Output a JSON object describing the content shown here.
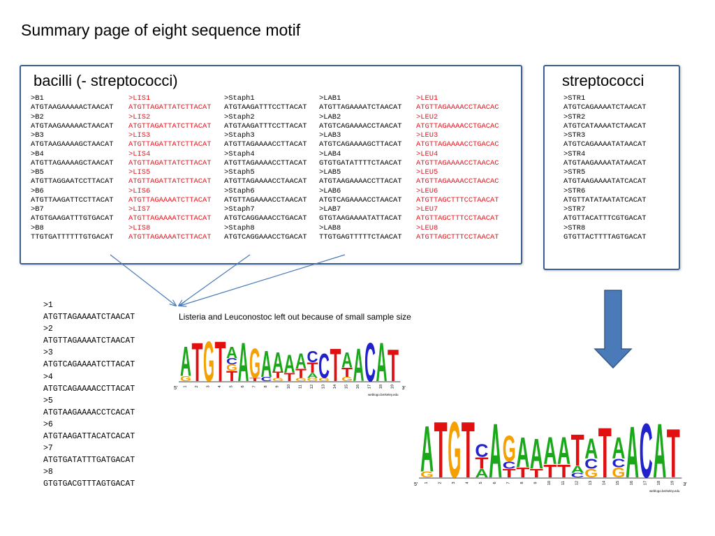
{
  "title": "Summary page of eight sequence motif",
  "bacilli": {
    "title": "bacilli (- streptococci)",
    "columns": [
      {
        "red": false,
        "lines": [
          ">B1",
          "ATGTAAGAAAAACTAACAT",
          ">B2",
          "ATGTAAGAAAAACTAACAT",
          ">B3",
          "ATGTAAGAAAAGCTAACAT",
          ">B4",
          "ATGTTAGAAAAGCTAACAT",
          ">B5",
          "ATGTTAGGAATCCTTACAT",
          ">B6",
          "ATGTTAAGATTCCTTACAT",
          ">B7",
          "ATGTGAAGATTTGTGACAT",
          ">B8",
          "TTGTGATTTTTTGTGACAT"
        ]
      },
      {
        "red": true,
        "lines": [
          ">LIS1",
          "ATGTTAGATTATCTTACAT",
          ">LIS2",
          "ATGTTAGATTATCTTACAT",
          ">LIS3",
          "ATGTTAGATTATCTTACAT",
          ">LIS4",
          "ATGTTAGATTATCTTACAT",
          ">LIS5",
          "ATGTTAGATTATCTTACAT",
          ">LIS6",
          "ATGTTAGAAAATCTTACAT",
          ">LIS7",
          "ATGTTAGAAAATCTTACAT",
          ">LIS8",
          "ATGTTAGAAAATCTTACAT"
        ]
      },
      {
        "red": false,
        "lines": [
          ">Staph1",
          "ATGTAAGATTTCCTTACAT",
          ">Staph2",
          "ATGTAAGATTTCCTTACAT",
          ">Staph3",
          "ATGTTAGAAAACCTTACAT",
          ">Staph4",
          "ATGTTAGAAAACCTTACAT",
          ">Staph5",
          "ATGTTAGAAAACCTAACAT",
          ">Staph6",
          "ATGTTAGAAAACCTAACAT",
          ">Staph7",
          "ATGTCAGGAAACCTGACAT",
          ">Staph8",
          "ATGTCAGGAAACCTGACAT"
        ]
      },
      {
        "red": false,
        "lines": [
          ">LAB1",
          "ATGTTAGAAAATCTAACAT",
          ">LAB2",
          "ATGTCAGAAAACCTAACAT",
          ">LAB3",
          "ATGTCAGAAAAGCTTACAT",
          ">LAB4",
          "GTGTGATATTTTCTAACAT",
          ">LAB5",
          "ATGTAAGAAAACCTTACAT",
          ">LAB6",
          "ATGTCAGAAAACCTAACAT",
          ">LAB7",
          "GTGTAAGAAAATATTACAT",
          ">LAB8",
          "TTGTGAGTTTTTCTAACAT"
        ]
      },
      {
        "red": true,
        "lines": [
          ">LEU1",
          "ATGTTAGAAAACCTAACAC",
          ">LEU2",
          "ATGTTAGAAAACCTGACAC",
          ">LEU3",
          "ATGTTAGAAAACCTGACAC",
          ">LEU4",
          "ATGTTAGAAAACCTAACAC",
          ">LEU5",
          "ATGTTAGAAAACCTAACAC",
          ">LEU6",
          "ATGTTAGCTTTCCTAACAT",
          ">LEU7",
          "ATGTTAGCTTTCCTAACAT",
          ">LEU8",
          "ATGTTAGCTTTCCTAACAT"
        ]
      }
    ]
  },
  "streptococci": {
    "title": "streptococci",
    "lines": [
      ">STR1",
      "ATGTCAGAAAATCTAACAT",
      ">STR2",
      "ATGTCATAAAATCTAACAT",
      ">STR3",
      "ATGTCAGAAAATATAACAT",
      ">STR4",
      "ATGTAAGAAAATATAACAT",
      ">STR5",
      "ATGTAAGAAAATATCACAT",
      ">STR6",
      "ATGTTATATAATATCACAT",
      ">STR7",
      "ATGTTACATTTCGTGACAT",
      ">STR8",
      "GTGTTACTTTTAGTGACAT"
    ]
  },
  "combined": {
    "lines": [
      ">1",
      "ATGTTAGAAAATCTAACAT",
      ">2",
      "ATGTTAGAAAATCTAACAT",
      ">3",
      "ATGTCAGAAAATCTTACAT",
      ">4",
      "ATGTCAGAAAACCTTACAT",
      ">5",
      "ATGTAAGAAAACCTCACAT",
      ">6",
      "ATGTAAGATTACATCACAT",
      ">7",
      "ATGTGATATTTGATGACAT",
      ">8",
      "GTGTGACGTTTAGTGACAT"
    ]
  },
  "note": "Listeria and Leuconostoc left out because of small sample size",
  "logo_colors": {
    "A": "#1aa81a",
    "C": "#2222cc",
    "G": "#f5a000",
    "T": "#e01010"
  },
  "logos": [
    {
      "id": "logo-bacilli",
      "prime5": "5′",
      "prime3": "3′",
      "credit": "weblogo.berkeley.edu",
      "positions": [
        "1",
        "2",
        "3",
        "4",
        "5",
        "6",
        "7",
        "8",
        "9",
        "10",
        "11",
        "12",
        "13",
        "14",
        "15",
        "16",
        "17",
        "18",
        "19"
      ],
      "stacks": [
        [
          [
            "G",
            0.25
          ],
          [
            "A",
            1.45
          ]
        ],
        [
          [
            "T",
            1.9
          ]
        ],
        [
          [
            "G",
            1.95
          ]
        ],
        [
          [
            "T",
            1.95
          ]
        ],
        [
          [
            "T",
            0.5
          ],
          [
            "G",
            0.3
          ],
          [
            "C",
            0.3
          ],
          [
            "A",
            0.55
          ]
        ],
        [
          [
            "A",
            1.9
          ]
        ],
        [
          [
            "T",
            0.15
          ],
          [
            "G",
            1.45
          ]
        ],
        [
          [
            "C",
            0.2
          ],
          [
            "A",
            1.3
          ]
        ],
        [
          [
            "G",
            0.15
          ],
          [
            "T",
            0.3
          ],
          [
            "A",
            0.95
          ]
        ],
        [
          [
            "T",
            0.4
          ],
          [
            "A",
            0.9
          ]
        ],
        [
          [
            "G",
            0.15
          ],
          [
            "T",
            0.45
          ],
          [
            "A",
            0.75
          ]
        ],
        [
          [
            "G",
            0.15
          ],
          [
            "A",
            0.25
          ],
          [
            "T",
            0.5
          ],
          [
            "C",
            0.55
          ]
        ],
        [
          [
            "G",
            0.15
          ],
          [
            "C",
            1.2
          ]
        ],
        [
          [
            "T",
            1.6
          ]
        ],
        [
          [
            "G",
            0.2
          ],
          [
            "T",
            0.45
          ],
          [
            "A",
            0.75
          ]
        ],
        [
          [
            "A",
            1.6
          ]
        ],
        [
          [
            "C",
            1.9
          ]
        ],
        [
          [
            "A",
            1.9
          ]
        ],
        [
          [
            "T",
            1.55
          ]
        ]
      ]
    },
    {
      "id": "logo-strep",
      "prime5": "5′",
      "prime3": "3′",
      "credit": "weblogo.berkeley.edu",
      "positions": [
        "1",
        "2",
        "3",
        "4",
        "5",
        "6",
        "7",
        "8",
        "9",
        "10",
        "11",
        "12",
        "13",
        "14",
        "15",
        "16",
        "17",
        "18",
        "19"
      ],
      "stacks": [
        [
          [
            "G",
            0.2
          ],
          [
            "A",
            1.6
          ]
        ],
        [
          [
            "T",
            1.95
          ]
        ],
        [
          [
            "G",
            1.95
          ]
        ],
        [
          [
            "T",
            1.95
          ]
        ],
        [
          [
            "A",
            0.3
          ],
          [
            "T",
            0.4
          ],
          [
            "C",
            0.45
          ]
        ],
        [
          [
            "A",
            1.9
          ]
        ],
        [
          [
            "T",
            0.3
          ],
          [
            "C",
            0.25
          ],
          [
            "G",
            0.9
          ]
        ],
        [
          [
            "T",
            0.35
          ],
          [
            "A",
            1.05
          ]
        ],
        [
          [
            "T",
            0.3
          ],
          [
            "A",
            1.05
          ]
        ],
        [
          [
            "T",
            0.45
          ],
          [
            "A",
            0.95
          ]
        ],
        [
          [
            "T",
            0.45
          ],
          [
            "A",
            0.95
          ]
        ],
        [
          [
            "C",
            0.15
          ],
          [
            "A",
            0.25
          ],
          [
            "T",
            1.1
          ]
        ],
        [
          [
            "G",
            0.3
          ],
          [
            "C",
            0.35
          ],
          [
            "A",
            0.7
          ]
        ],
        [
          [
            "T",
            1.75
          ]
        ],
        [
          [
            "G",
            0.35
          ],
          [
            "C",
            0.3
          ],
          [
            "A",
            0.75
          ]
        ],
        [
          [
            "A",
            1.8
          ]
        ],
        [
          [
            "C",
            1.9
          ]
        ],
        [
          [
            "A",
            1.9
          ]
        ],
        [
          [
            "T",
            1.7
          ]
        ]
      ]
    }
  ]
}
